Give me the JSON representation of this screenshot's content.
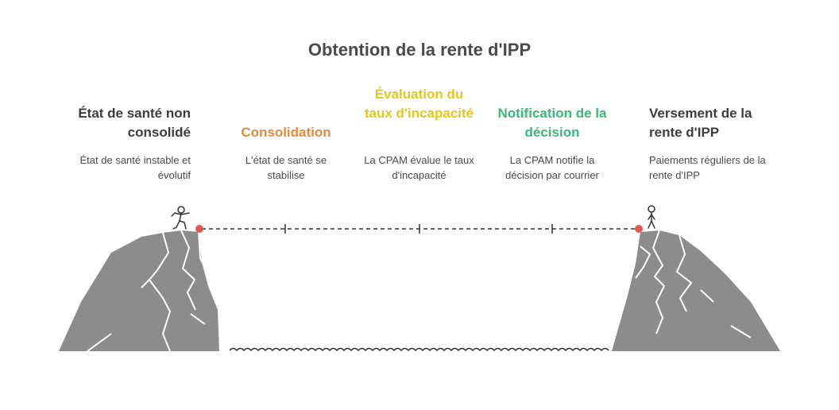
{
  "title": "Obtention de la rente d'IPP",
  "steps": [
    {
      "title": "État de santé non consolidé",
      "description": "État de santé instable et évolutif",
      "color": "#3d3d3d"
    },
    {
      "title": "Consolidation",
      "description": "L'état de santé se stabilise",
      "color": "#e08a3c"
    },
    {
      "title": "Évaluation du taux d'incapacité",
      "description": "La CPAM évalue le taux d'incapacité",
      "color": "#e6c619"
    },
    {
      "title": "Notification de la décision",
      "description": "La CPAM notifie la décision par courrier",
      "color": "#3bb877"
    },
    {
      "title": "Versement de la rente d'IPP",
      "description": "Paiements réguliers de la rente d'IPP",
      "color": "#3d3d3d"
    }
  ],
  "colors": {
    "cliff": "#8c8c8c",
    "endpoint": "#e05a4e",
    "line": "#333333"
  },
  "icons": [
    "climbing-person-icon",
    "standing-person-icon"
  ]
}
